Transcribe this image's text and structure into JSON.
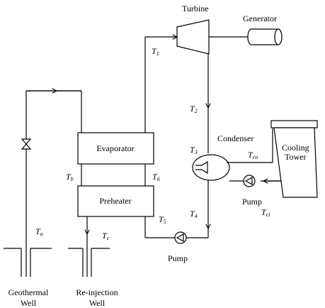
{
  "labels": {
    "turbine": "Turbine",
    "generator": "Generator",
    "condenser": "Condenser",
    "cooling_tower_line1": "Cooling",
    "cooling_tower_line2": "Tower",
    "evaporator": "Evaporator",
    "preheater": "Preheater",
    "pump_right": "Pump",
    "pump_bottom": "Pump",
    "geothermal_line1": "Geothermal",
    "geothermal_line2": "Well",
    "reinjection_line1": "Re-injection",
    "reinjection_line2": "Well"
  },
  "temps": {
    "t1": {
      "base": "T",
      "sub": "1"
    },
    "t2": {
      "base": "T",
      "sub": "2"
    },
    "t3": {
      "base": "T",
      "sub": "3"
    },
    "t4": {
      "base": "T",
      "sub": "4"
    },
    "t5": {
      "base": "T",
      "sub": "5"
    },
    "t6": {
      "base": "T",
      "sub": "6"
    },
    "ta": {
      "base": "T",
      "sub": "a"
    },
    "tb": {
      "base": "T",
      "sub": "b"
    },
    "tc": {
      "base": "T",
      "sub": "c"
    },
    "tco": {
      "base": "T",
      "sub": "co"
    },
    "tci": {
      "base": "T",
      "sub": "ci"
    }
  }
}
